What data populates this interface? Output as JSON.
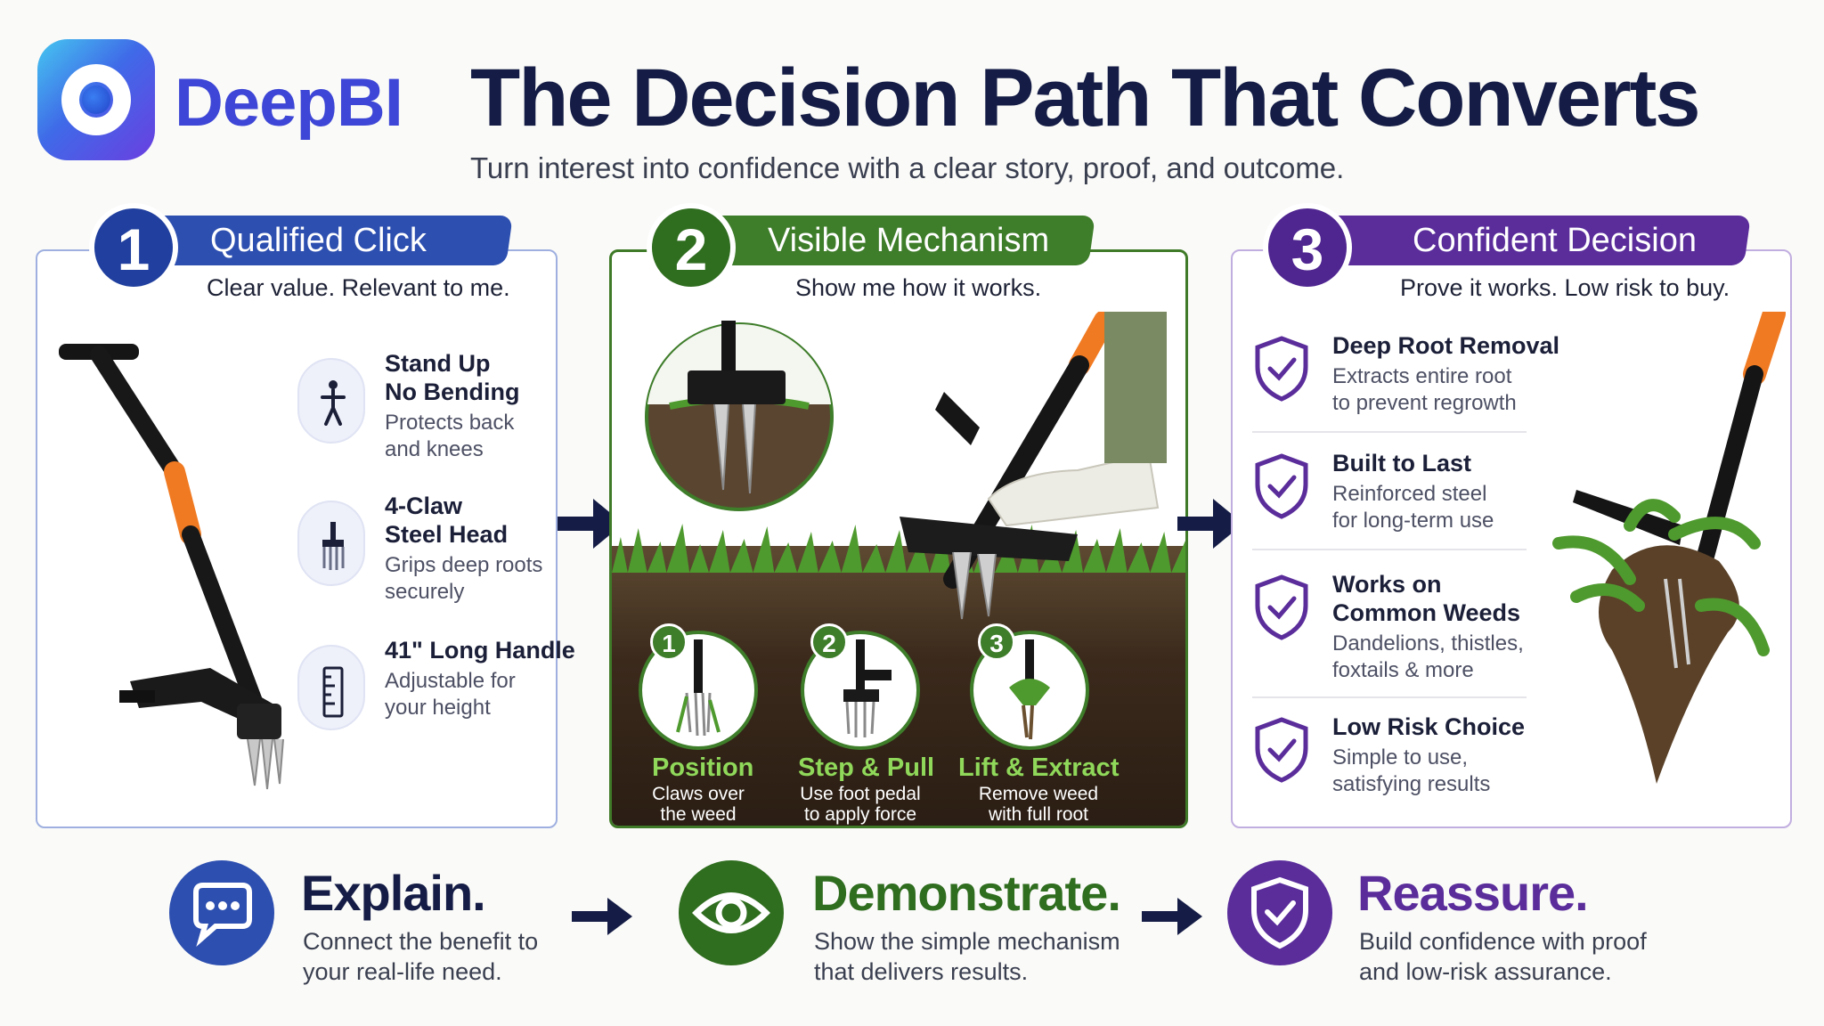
{
  "header": {
    "brand": "DeepBI",
    "title": "The Decision Path That Converts",
    "subtitle": "Turn interest into confidence with a clear story, proof, and outcome."
  },
  "colors": {
    "blue": "#2d4fb0",
    "green": "#3e7d2a",
    "purple": "#5a2d9b",
    "navy": "#151d46",
    "orange": "#f07a22"
  },
  "stage1": {
    "number": "1",
    "title": "Qualified Click",
    "tagline": "Clear value. Relevant to me.",
    "features": [
      {
        "icon": "person-standing-icon",
        "head1": "Stand Up",
        "head2": "No Bending",
        "sub1": "Protects back",
        "sub2": "and knees"
      },
      {
        "icon": "claw-fork-icon",
        "head1": "4-Claw",
        "head2": "Steel Head",
        "sub1": "Grips deep roots",
        "sub2": "securely"
      },
      {
        "icon": "ruler-icon",
        "head1": "41\" Long Handle",
        "head2": "",
        "sub1": "Adjustable for",
        "sub2": "your height"
      }
    ]
  },
  "stage2": {
    "number": "2",
    "title": "Visible Mechanism",
    "tagline": "Show me how it works.",
    "steps": [
      {
        "number": "1",
        "head": "Position",
        "sub1": "Claws over",
        "sub2": "the weed"
      },
      {
        "number": "2",
        "head": "Step & Pull",
        "sub1": "Use foot pedal",
        "sub2": "to apply force"
      },
      {
        "number": "3",
        "head": "Lift & Extract",
        "sub1": "Remove weed",
        "sub2": "with full root"
      }
    ]
  },
  "stage3": {
    "number": "3",
    "title": "Confident Decision",
    "tagline": "Prove it works. Low risk to buy.",
    "features": [
      {
        "icon": "shield-check-icon",
        "head1": "Deep Root Removal",
        "head2": "",
        "sub1": "Extracts entire root",
        "sub2": "to prevent regrowth"
      },
      {
        "icon": "shield-check-icon",
        "head1": "Built to Last",
        "head2": "",
        "sub1": "Reinforced steel",
        "sub2": "for long-term use"
      },
      {
        "icon": "shield-check-icon",
        "head1": "Works on",
        "head2": "Common Weeds",
        "sub1": "Dandelions, thistles,",
        "sub2": "foxtails & more"
      },
      {
        "icon": "shield-check-icon",
        "head1": "Low Risk Choice",
        "head2": "",
        "sub1": "Simple to use,",
        "sub2": "satisfying results"
      }
    ]
  },
  "bottom": [
    {
      "icon": "chat-bubble-icon",
      "head": "Explain.",
      "sub1": "Connect the benefit to",
      "sub2": "your real-life need."
    },
    {
      "icon": "eye-icon",
      "head": "Demonstrate.",
      "sub1": "Show the simple mechanism",
      "sub2": "that delivers results."
    },
    {
      "icon": "shield-check-icon",
      "head": "Reassure.",
      "sub1": "Build confidence with proof",
      "sub2": "and low-risk assurance."
    }
  ]
}
